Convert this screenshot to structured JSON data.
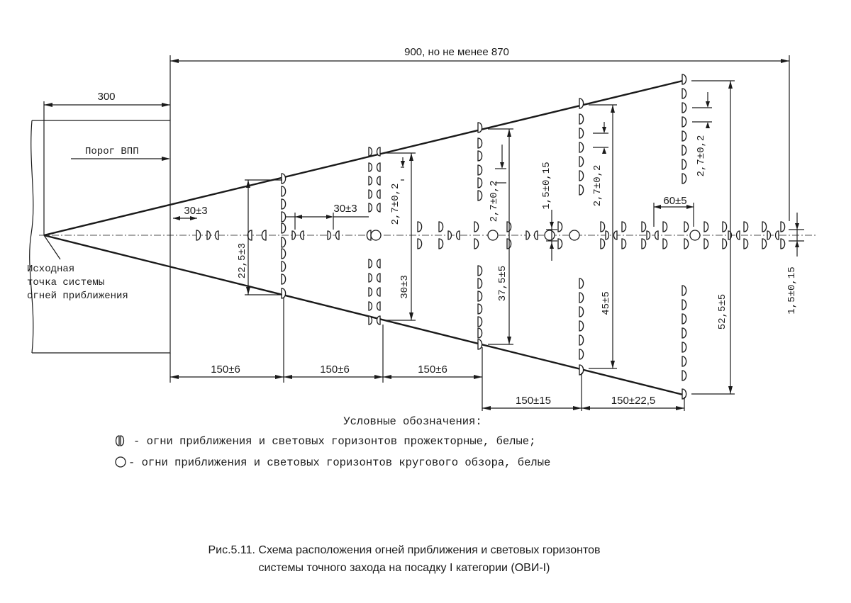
{
  "dimensions": {
    "overall": "900, но не менее 870",
    "threshold_offset": "300",
    "spacing_1": "150±6",
    "spacing_2": "150±6",
    "spacing_3": "150±6",
    "spacing_4": "150±15",
    "spacing_5": "150±22,5",
    "centerline_spacing_a": "30±3",
    "centerline_spacing_b": "30±3",
    "spacing_end": "60±5",
    "barrette_1_width": "22,5±3",
    "barrette_2_width": "30±3",
    "barrette_3_width": "37,5±5",
    "barrette_4_width": "45±5",
    "barrette_5_width": "52,5±5",
    "lamp_spacing_a": "2,7±0,2",
    "lamp_spacing_b": "2,7±0,2",
    "lamp_spacing_c": "2,7±0,2",
    "lamp_spacing_d": "2,7±0,2",
    "centerline_lamp_spacing": "1,5±0,15",
    "end_lamp_spacing": "1,5±0,15"
  },
  "labels": {
    "threshold": "Порог ВПП",
    "origin_line1": "Исходная",
    "origin_line2": "точка системы",
    "origin_line3": "огней приближения"
  },
  "legend": {
    "title": "Условные обозначения:",
    "item_directional": "- огни приближения и световых горизонтов прожекторные, белые;",
    "item_omni": "- огни приближения и световых горизонтов кругового обзора, белые"
  },
  "caption": {
    "line1": "Рис.5.11. Схема расположения огней приближения и световых горизонтов",
    "line2": "системы точного захода на посадку I категории (ОВИ-I)"
  }
}
